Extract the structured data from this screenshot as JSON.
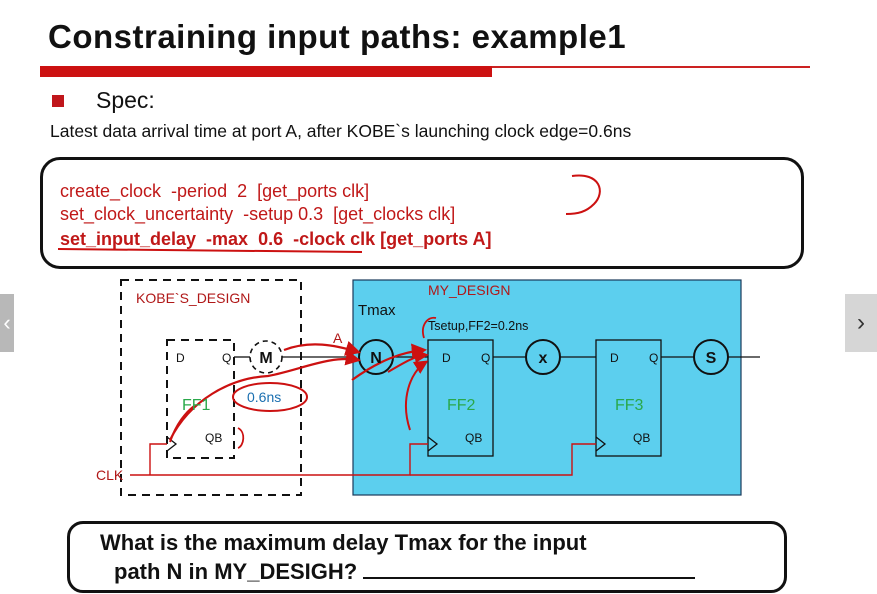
{
  "title": "Constraining input paths: example1",
  "spec": {
    "label": "Spec:",
    "text": "Latest data arrival time at port A, after KOBE`s launching clock edge=0.6ns"
  },
  "code": [
    "create_clock  -period  2  [get_ports clk]",
    "set_clock_uncertainty  -setup 0.3  [get_clocks clk]",
    "set_input_delay  -max  0.6  -clock clk [get_ports A]"
  ],
  "diagram": {
    "kobe_label": "KOBE`S_DESIGN",
    "my_design_label": "MY_DESIGN",
    "tmax_label": "Tmax",
    "tsetup_label": "Tsetup,FF2=0.2ns",
    "port_a": "A",
    "clk_label": "CLK",
    "node_m": "M",
    "node_n": "N",
    "node_x": "x",
    "node_s": "S",
    "delay_label": "0.6ns",
    "ff1": {
      "name": "FF1",
      "d": "D",
      "q": "Q",
      "qb": "QB"
    },
    "ff2": {
      "name": "FF2",
      "d": "D",
      "q": "Q",
      "qb": "QB"
    },
    "ff3": {
      "name": "FF3",
      "d": "D",
      "q": "Q",
      "qb": "QB"
    },
    "colors": {
      "design_fill": "#5ccfee",
      "ff_name": "#2aa84a",
      "red": "#cc1111",
      "delay_text": "#1a6fb0"
    }
  },
  "question": {
    "line1": "What is the maximum delay Tmax for the input",
    "line2": "path N in MY_DESIGH?"
  },
  "nav": {
    "prev_icon": "chevron-left-icon",
    "next_icon": "chevron-right-icon"
  }
}
